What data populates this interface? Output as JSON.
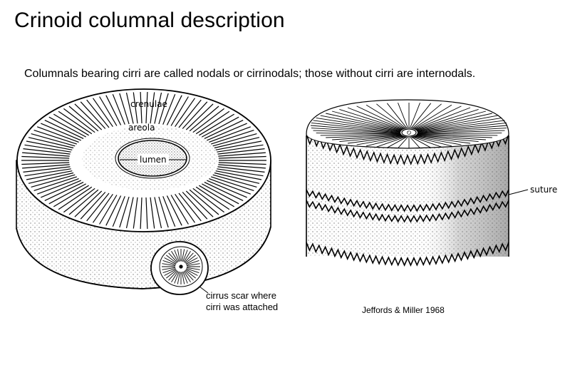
{
  "title": "Crinoid columnal description",
  "subtitle": "Columnals bearing cirri are called nodals or cirrinodals; those without cirri are internodals.",
  "left_figure": {
    "labels": {
      "crenulae": "crenulae",
      "areola": "areola",
      "lumen": "lumen"
    },
    "caption_lines": [
      "cirrus scar where",
      "cirri was attached"
    ]
  },
  "right_figure": {
    "labels": {
      "suture": "suture"
    },
    "credit": "Jeffords & Miller 1968"
  }
}
